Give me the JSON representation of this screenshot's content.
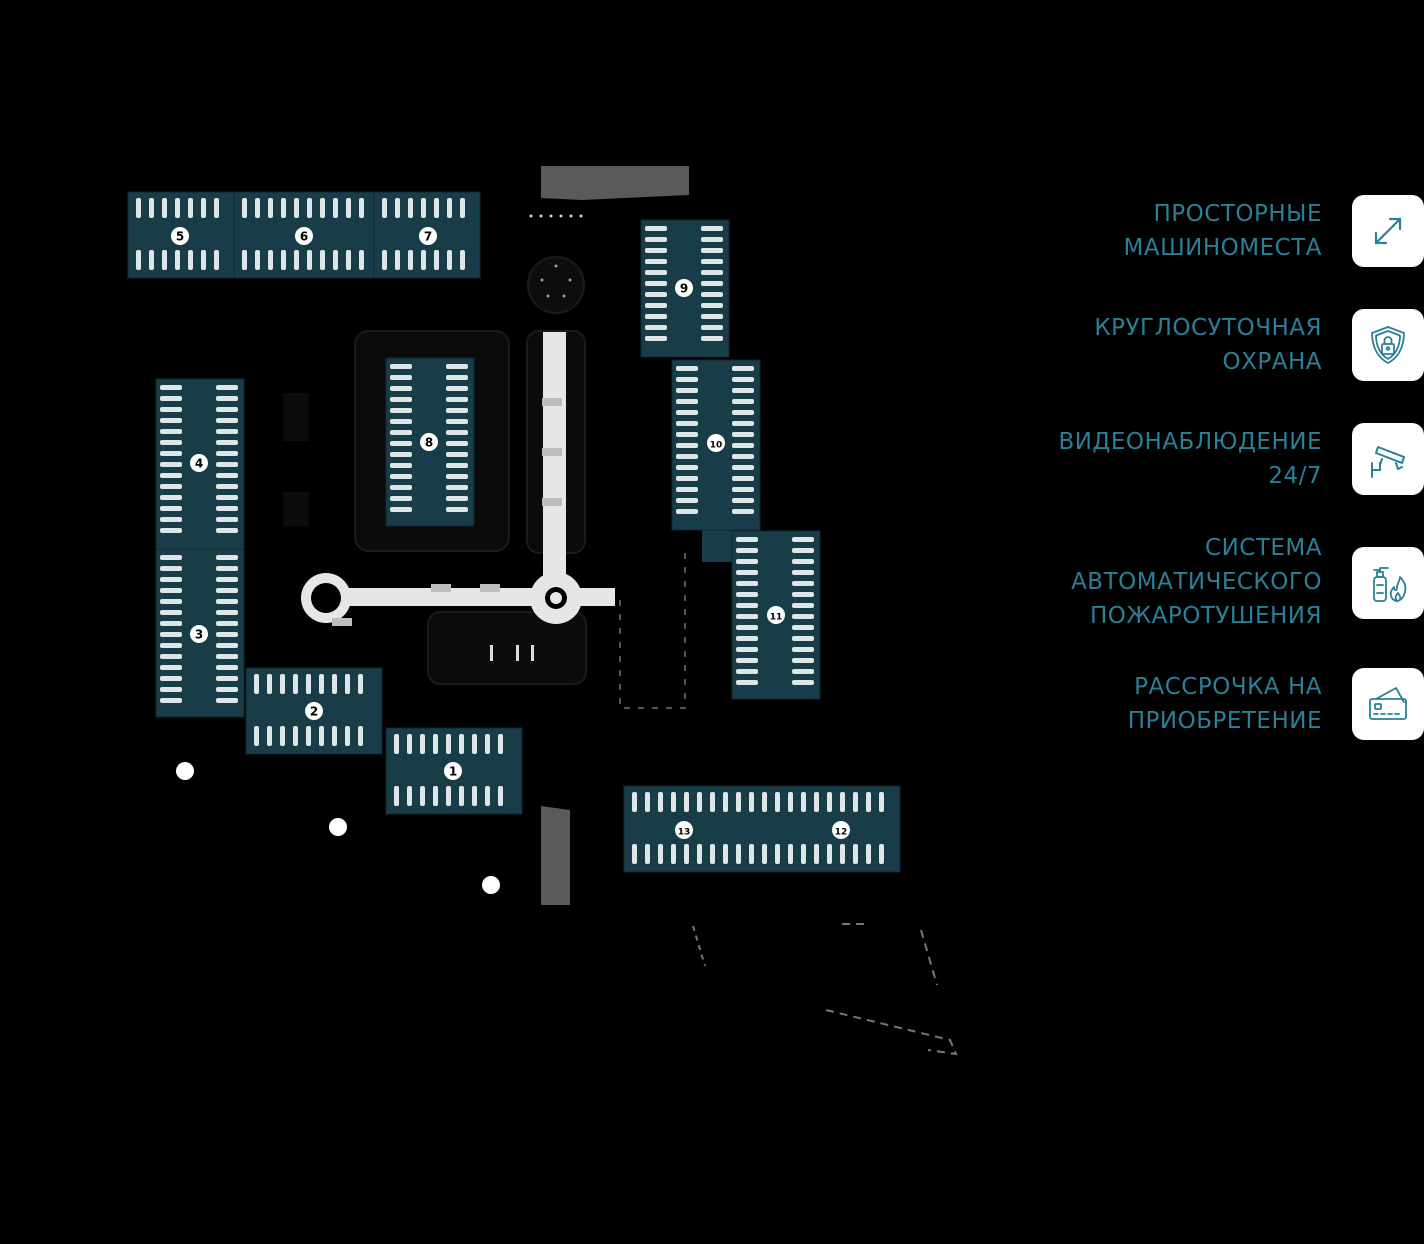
{
  "colors": {
    "background": "#000000",
    "block_fill": "#183c48",
    "accent_text": "#2b7f96",
    "walkway": "#e6e6e6"
  },
  "blocks": [
    {
      "label": "1"
    },
    {
      "label": "2"
    },
    {
      "label": "3"
    },
    {
      "label": "4"
    },
    {
      "label": "5"
    },
    {
      "label": "6"
    },
    {
      "label": "7"
    },
    {
      "label": "8"
    },
    {
      "label": "9"
    },
    {
      "label": "10"
    },
    {
      "label": "11"
    },
    {
      "label": "12"
    },
    {
      "label": "13"
    }
  ],
  "features": [
    {
      "lines": [
        "ПРОСТОРНЫЕ",
        "МАШИНОМЕСТА"
      ],
      "icon": "expand-arrows-icon"
    },
    {
      "lines": [
        "КРУГЛОСУТОЧНАЯ",
        "ОХРАНА"
      ],
      "icon": "shield-lock-icon"
    },
    {
      "lines": [
        "ВИДЕОНАБЛЮДЕНИЕ",
        "24/7"
      ],
      "icon": "security-camera-icon"
    },
    {
      "lines": [
        "СИСТЕМА",
        "АВТОМАТИЧЕСКОГО",
        "ПОЖАРОТУШЕНИЯ"
      ],
      "icon": "fire-extinguisher-icon"
    },
    {
      "lines": [
        "РАССРОЧКА НА",
        "ПРИОБРЕТЕНИЕ"
      ],
      "icon": "credit-card-icon"
    }
  ]
}
